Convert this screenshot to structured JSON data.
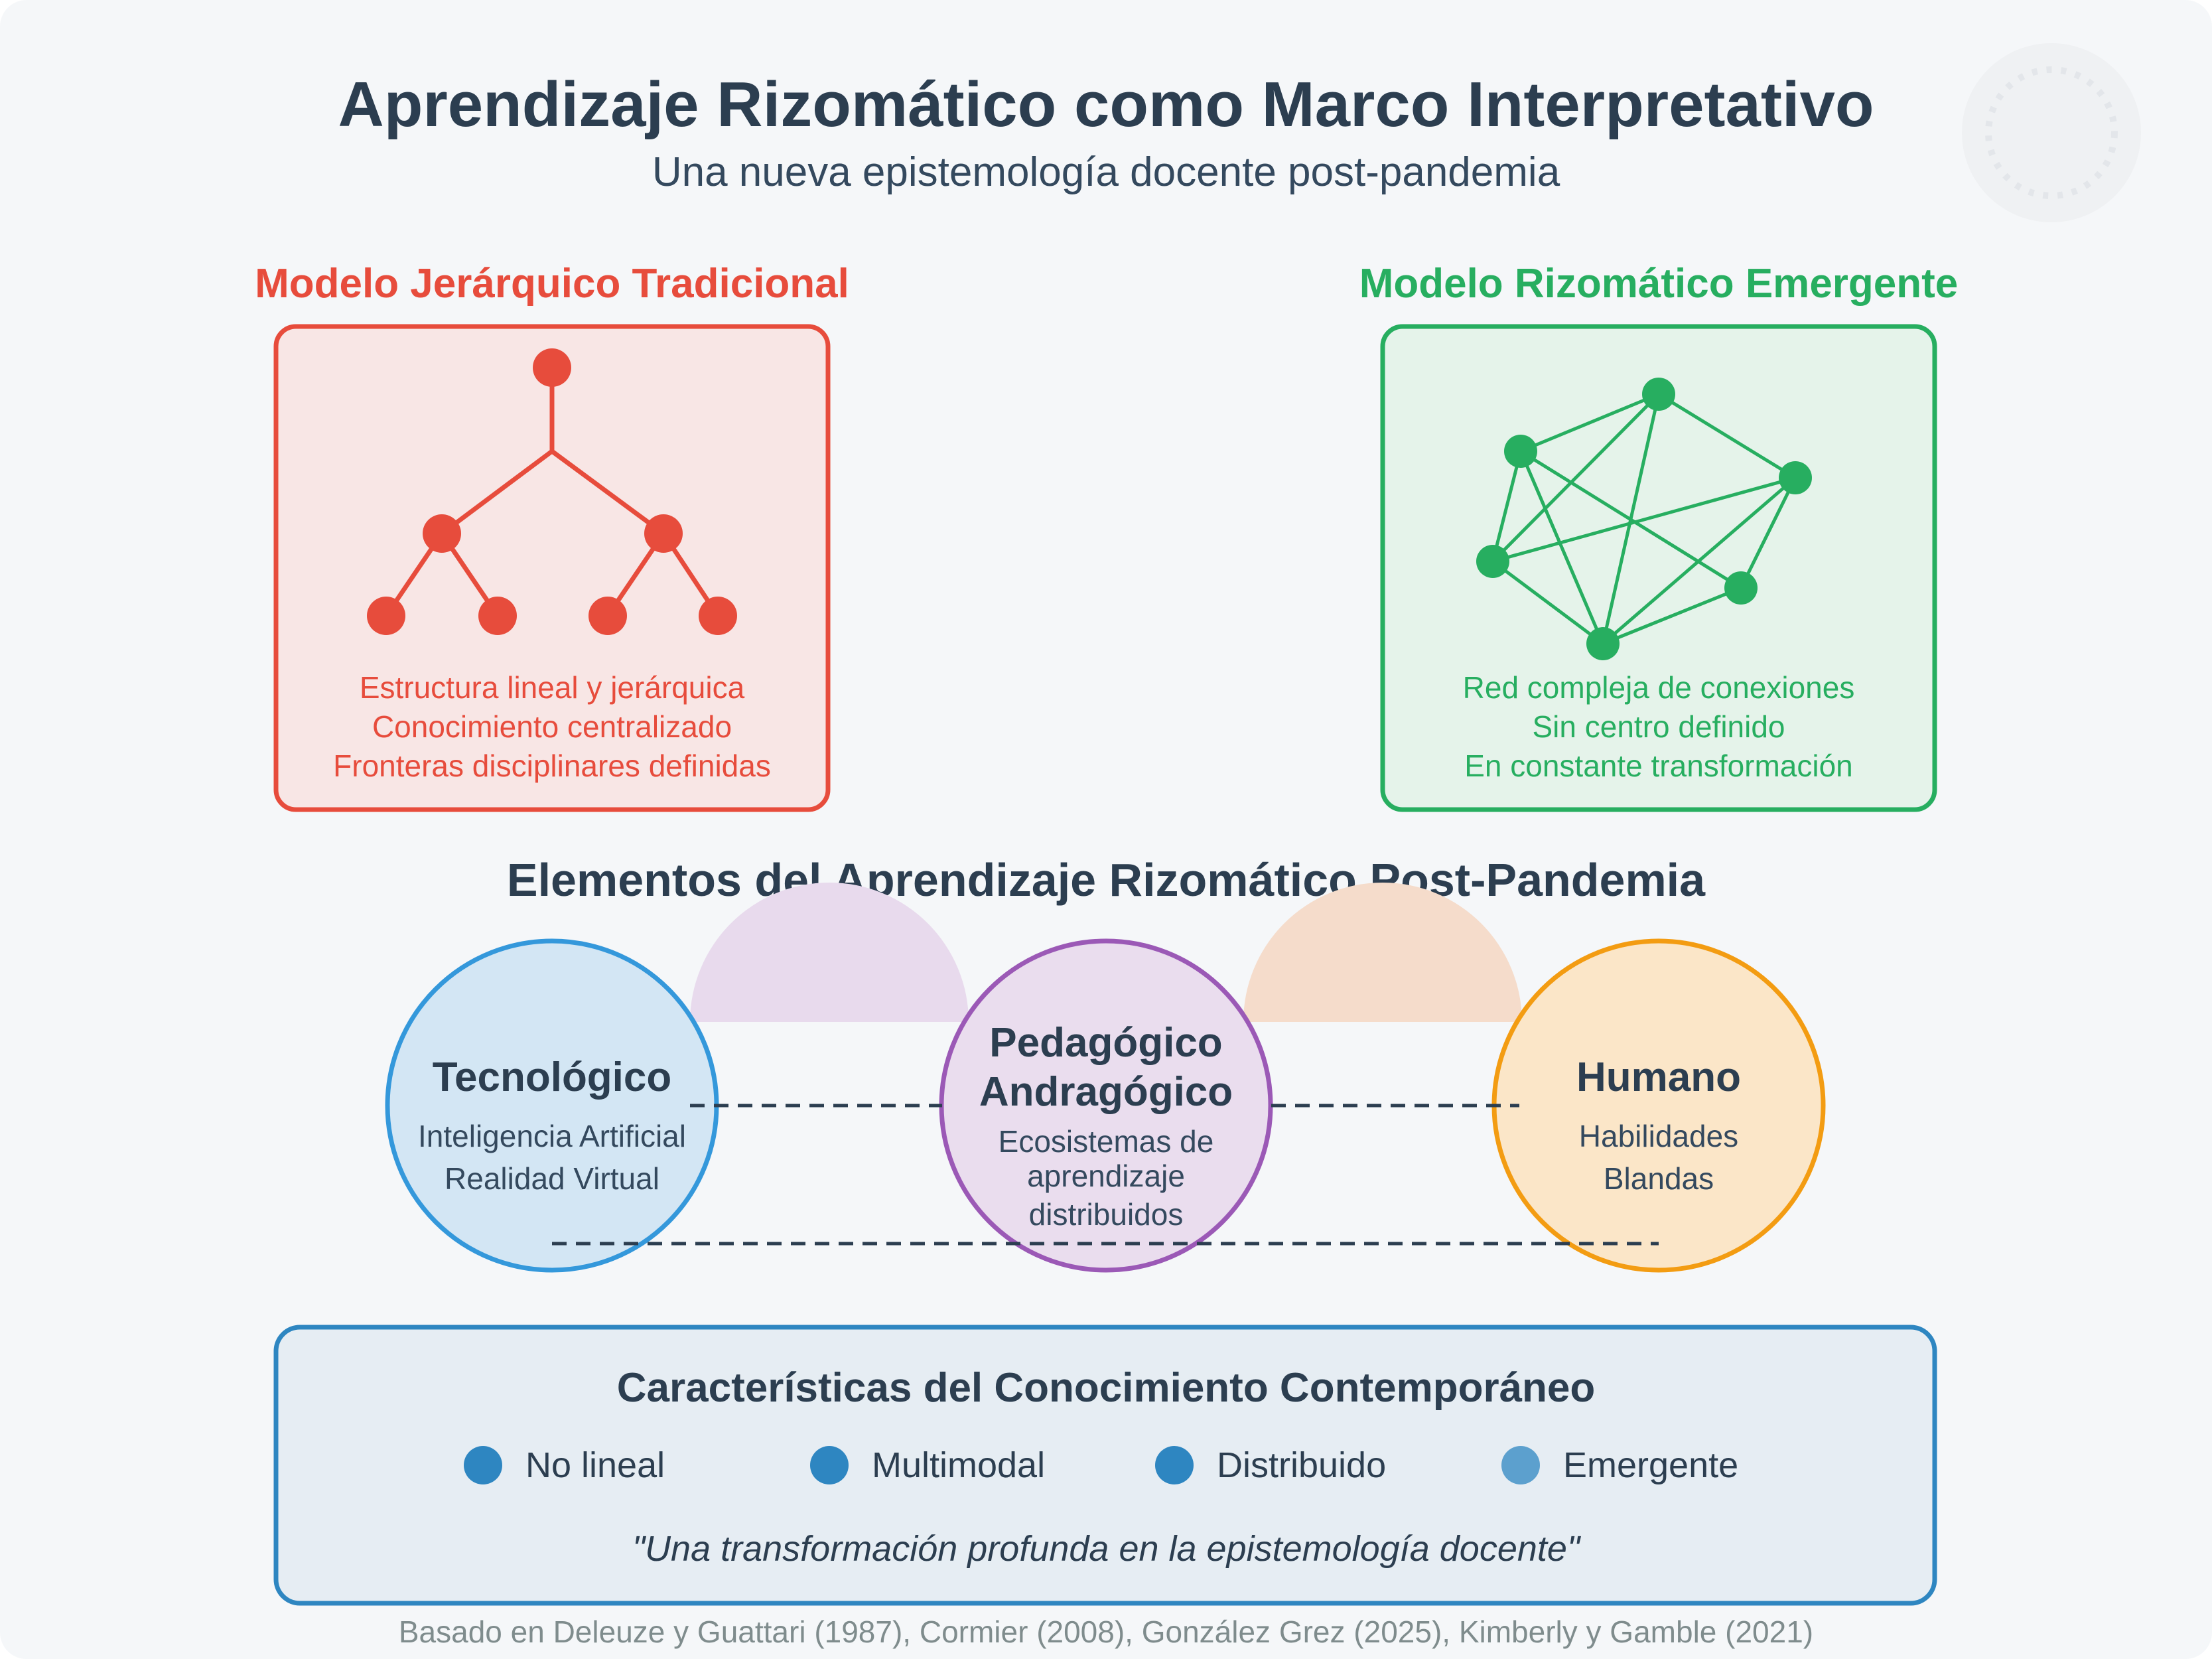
{
  "title": "Aprendizaje Rizomático como Marco Interpretativo",
  "subtitle": "Una nueva epistemología docente post-pandemia",
  "left_model": {
    "heading": "Modelo Jerárquico Tradicional",
    "lines": [
      "Estructura lineal y jerárquica",
      "Conocimiento centralizado",
      "Fronteras disciplinares definidas"
    ],
    "color": "#e74c3c",
    "fill": "#f8e6e5"
  },
  "right_model": {
    "heading": "Modelo Rizomático Emergente",
    "lines": [
      "Red compleja de conexiones",
      "Sin centro definido",
      "En constante transformación"
    ],
    "color": "#27ae60",
    "fill": "#e5f3ea"
  },
  "elements": {
    "heading": "Elementos del Aprendizaje Rizomático Post-Pandemia",
    "tech": {
      "title": "Tecnológico",
      "lines": [
        "Inteligencia Artificial",
        "Realidad Virtual"
      ],
      "color": "#3498db",
      "fill": "#d3e6f4"
    },
    "ped": {
      "title_lines": [
        "Pedagógico",
        "Andragógico"
      ],
      "lines": [
        "Ecosistemas de",
        "aprendizaje",
        "distribuidos"
      ],
      "color": "#9b59b6",
      "fill": "#e8daed"
    },
    "human": {
      "title": "Humano",
      "lines": [
        "Habilidades",
        "Blandas"
      ],
      "color": "#f39c12",
      "fill": "#fbe6c8"
    }
  },
  "characteristics": {
    "heading": "Características del Conocimiento Contemporáneo",
    "items": [
      "No lineal",
      "Multimodal",
      "Distribuido",
      "Emergente"
    ],
    "quote": "\"Una transformación profunda en la epistemología docente\"",
    "color": "#2e86c1"
  },
  "footer": "Basado en Deleuze y Guattari (1987), Cormier (2008), González Grez (2025), Kimberly y Gamble (2021)"
}
